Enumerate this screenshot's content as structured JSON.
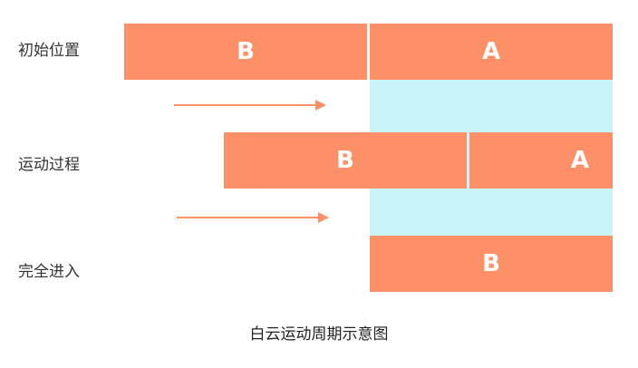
{
  "colors": {
    "block": "#fe9068",
    "viewport": "#c8f4fa",
    "arrow": "#fe9068",
    "label": "#333333"
  },
  "rows": [
    {
      "label": "初始位置",
      "blocks": [
        "B",
        "A"
      ]
    },
    {
      "label": "运动过程",
      "blocks": [
        "B",
        "A"
      ]
    },
    {
      "label": "完全进入",
      "blocks": [
        "B"
      ]
    }
  ],
  "caption": "白云运动周期示意图",
  "icons": {
    "direction": "arrow-right-icon"
  }
}
